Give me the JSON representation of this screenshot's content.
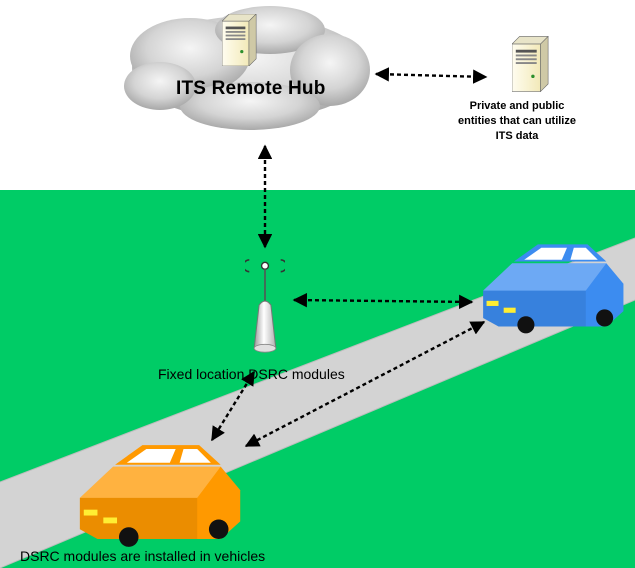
{
  "labels": {
    "hub": "ITS Remote Hub",
    "entities": "Private and public entities that can utilize ITS data",
    "fixed_modules": "Fixed location DSRC modules",
    "vehicle_modules": "DSRC modules are installed in vehicles"
  },
  "colors": {
    "grass": "#00cc66",
    "road": "#d3d3d3",
    "road_edge": "#bdbdbd",
    "cloud": "#c8c8c8",
    "blue_car": "#3c8cf0",
    "orange_car": "#ff9900",
    "arrow": "#000000"
  },
  "icons": [
    "server-icon",
    "cloud-icon",
    "antenna-icon",
    "car-icon"
  ]
}
